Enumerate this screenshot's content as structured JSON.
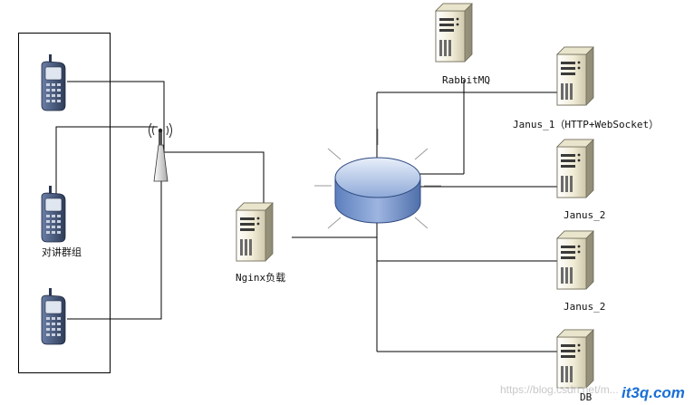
{
  "diagram": {
    "group_label": "对讲群组",
    "nginx_label": "Nginx负载",
    "rabbitmq_label": "RabbitMQ",
    "janus1_label": "Janus_1（HTTP+WebSocket）",
    "janus2a_label": "Janus_2",
    "janus2b_label": "Janus_2",
    "db_label": "DB"
  },
  "watermark": {
    "text": "https://blog.csdn.net/m...",
    "logo": "it3q.com"
  },
  "colors": {
    "line": "#000000",
    "router_fill_top": "#c9d9f0",
    "router_fill_bottom": "#6f8fc7",
    "server_body": "#f3eed9",
    "phone_body": "#4a5a7a",
    "logo": "#1a6fd6"
  },
  "icons": {
    "phone": "mobile-phone-icon",
    "antenna": "antenna-tower-icon",
    "server": "server-tower-icon",
    "router": "router-icon"
  }
}
